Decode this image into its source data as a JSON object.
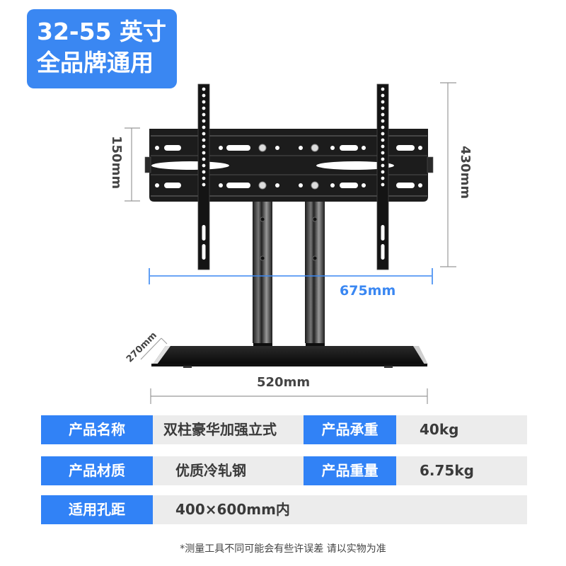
{
  "badge": {
    "line1": "32-55 英寸",
    "line2": "全品牌通用",
    "color": "#3a87f2"
  },
  "dimensions": {
    "bracket_height": "150mm",
    "total_height": "430mm",
    "bracket_width": "675mm",
    "base_width": "520mm",
    "base_depth": "270mm"
  },
  "specs": {
    "rows": [
      {
        "label": "产品名称",
        "value": "双柱豪华加强立式",
        "label2": "产品承重",
        "value2": "40kg"
      },
      {
        "label": "产品材质",
        "value": "优质冷轧钢",
        "label2": "产品重量",
        "value2": "6.75kg"
      },
      {
        "label": "适用孔距",
        "value": "400×600mm内"
      }
    ],
    "label_color": "#3182f6",
    "row_bg": "#ececec"
  },
  "footnote": "*测量工具不同可能会有些许误差 请以实物为准"
}
